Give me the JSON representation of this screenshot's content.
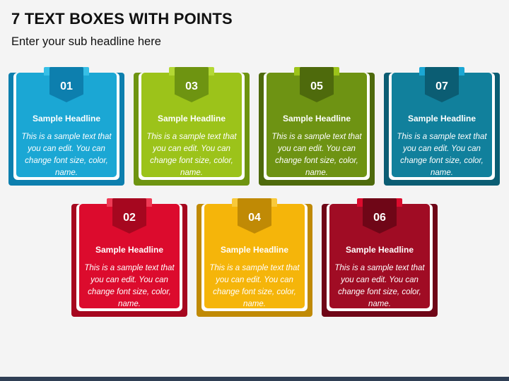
{
  "header": {
    "title": "7 TEXT BOXES WITH POINTS",
    "subtitle": "Enter your sub headline here"
  },
  "cards": [
    {
      "num": "01",
      "headline": "Sample Headline",
      "body": "This is a sample text that you can edit. You can change font size, color, name.",
      "colors": {
        "front": "#1ba7d4",
        "dark": "#0d7fae",
        "tab": "#37bfe6"
      }
    },
    {
      "num": "03",
      "headline": "Sample Headline",
      "body": "This is a sample text that you can edit. You can change font size, color, name.",
      "colors": {
        "front": "#9cc31a",
        "dark": "#6e9411",
        "tab": "#b3d834"
      }
    },
    {
      "num": "05",
      "headline": "Sample Headline",
      "body": "This is a sample text that you can edit. You can change font size, color, name.",
      "colors": {
        "front": "#6e9313",
        "dark": "#4e6a0c",
        "tab": "#9cc31a"
      }
    },
    {
      "num": "07",
      "headline": "Sample Headline",
      "body": "This is a sample text that you can edit. You can change font size, color, name.",
      "colors": {
        "front": "#11809c",
        "dark": "#0b5d73",
        "tab": "#1ba7d4"
      }
    },
    {
      "num": "02",
      "headline": "Sample Headline",
      "body": "This is a sample text that you can edit. You can change font size, color, name.",
      "colors": {
        "front": "#dc0b2d",
        "dark": "#a6071f",
        "tab": "#ef3a55"
      }
    },
    {
      "num": "04",
      "headline": "Sample Headline",
      "body": "This is a sample text that you can edit. You can change font size, color, name.",
      "colors": {
        "front": "#f5b50a",
        "dark": "#c08a05",
        "tab": "#f9c93a"
      }
    },
    {
      "num": "06",
      "headline": "Sample Headline",
      "body": "This is a sample text that you can edit. You can change font size, color, name.",
      "colors": {
        "front": "#a00c24",
        "dark": "#6f0617",
        "tab": "#dc0b2d"
      }
    }
  ]
}
